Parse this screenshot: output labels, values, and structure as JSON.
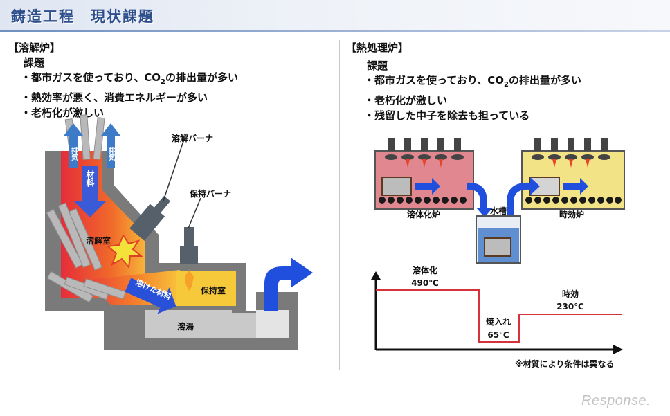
{
  "header": {
    "title": "鋳造工程　現状課題"
  },
  "left": {
    "section_label": "【溶解炉】",
    "issue_heading": "課題",
    "issues": [
      {
        "pre": "都市ガスを使っており、CO",
        "sub": "2",
        "post": "の排出量が多い"
      },
      {
        "pre": "熱効率が悪く、消費エネルギーが多い",
        "sub": "",
        "post": ""
      },
      {
        "pre": "老朽化が激しい",
        "sub": "",
        "post": ""
      }
    ],
    "diagram": {
      "exhaust": "排気",
      "material": "材料",
      "melt_burner": "溶解バーナ",
      "hold_burner": "保持バーナ",
      "melt_chamber": "溶解室",
      "molten_material": "溶けた材料",
      "hold_chamber": "保持室",
      "molten_metal": "溶湯"
    }
  },
  "right": {
    "section_label": "【熱処理炉】",
    "issue_heading": "課題",
    "issues": [
      {
        "pre": "都市ガスを使っており、CO",
        "sub": "2",
        "post": "の排出量が多い"
      },
      {
        "pre": "老朽化が激しい",
        "sub": "",
        "post": ""
      },
      {
        "pre": "残留した中子を除去も担っている",
        "sub": "",
        "post": ""
      }
    ],
    "diagram": {
      "solution_furnace": "溶体化炉",
      "water_tank": "水槽",
      "aging_furnace": "時効炉"
    },
    "chart": {
      "steps": [
        {
          "name": "溶体化",
          "temp": "490℃"
        },
        {
          "name": "焼入れ",
          "temp": "65℃"
        },
        {
          "name": "時効",
          "temp": "230℃"
        }
      ]
    },
    "footnote": "※材質により条件は異なる"
  },
  "watermark": "Response."
}
